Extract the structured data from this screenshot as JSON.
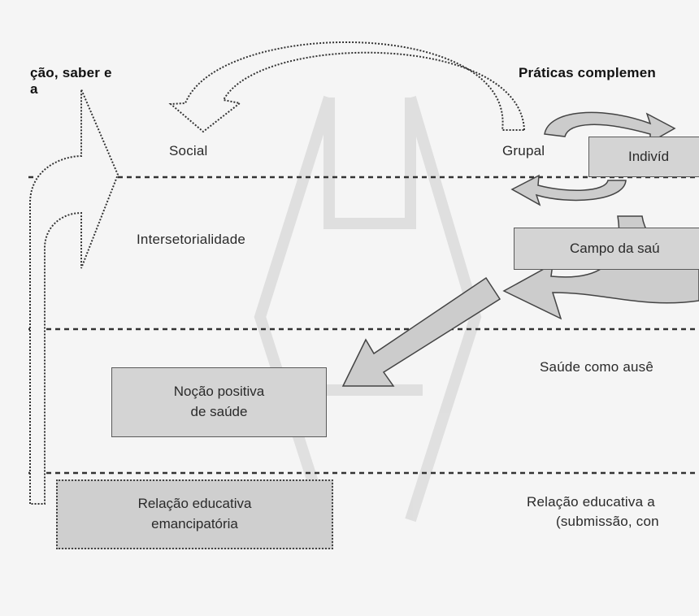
{
  "headings": {
    "left_line1": "ção, saber e",
    "left_line2": "a",
    "right": "Práticas complemen"
  },
  "labels": {
    "social": "Social",
    "grupal": "Grupal",
    "intersetorialidade": "Intersetorialidade",
    "saude_ausencia": "Saúde como ausê",
    "relacao_right_line1": "Relação educativa a",
    "relacao_right_line2": "(submissão, con"
  },
  "boxes": {
    "individuo": "Indivíd",
    "campo_saude": "Campo da saú",
    "nocao_line1": "Noção positiva",
    "nocao_line2": "de saúde",
    "relacao_line1": "Relação educativa",
    "relacao_line2": "emancipatória"
  },
  "colors": {
    "background": "#f5f5f5",
    "box_fill": "#d4d4d4",
    "arrow_fill": "#cccccc",
    "watermark": "#dcdcdc"
  }
}
